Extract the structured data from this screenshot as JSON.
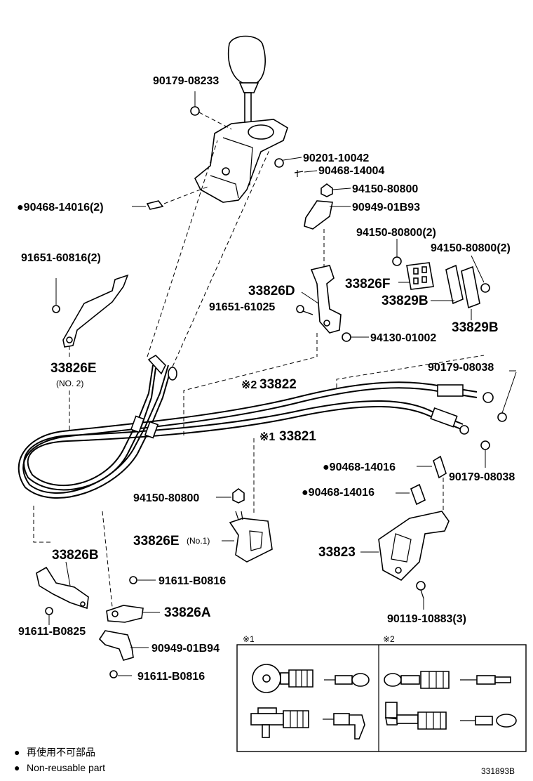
{
  "parts": {
    "knob_nut": "90179-08233",
    "pin_a": "90201-10042",
    "pin_b": "90468-14004",
    "clip_lever": "●90468-14016(2)",
    "nut_941508": "94150-80800",
    "retainer": "90949-01B93",
    "nut_pair_a": "94150-80800(2)",
    "nut_pair_b": "94150-80800(2)",
    "bolt_916516_2": "91651-60816(2)",
    "bracket_d": "33826D",
    "bracket_f": "33826F",
    "bracket_829b_a": "33829B",
    "bracket_829b_b": "33829B",
    "bolt_91651_61025": "91651-61025",
    "washer": "94130-01002",
    "bracket_e2": "33826E",
    "bracket_e2_note": "(NO. 2)",
    "nut_cable_a": "90179-08038",
    "cable_822": "33822",
    "cable_822_mark": "※2",
    "cable_821": "33821",
    "cable_821_mark": "※1",
    "clip_a": "●90468-14016",
    "nut_cable_b": "90179-08038",
    "clip_b": "●90468-14016",
    "nut_e1": "94150-80800",
    "bracket_e1": "33826E",
    "bracket_e1_note": "(No.1)",
    "bracket_823": "33823",
    "bracket_b": "33826B",
    "bolt_b0816_a": "91611-B0816",
    "bolt_b0825": "91611-B0825",
    "bracket_a": "33826A",
    "bolt_10883": "90119-10883(3)",
    "retainer_b94": "90949-01B94",
    "bolt_b0816_b": "91611-B0816"
  },
  "inset": {
    "mark_1": "※1",
    "mark_2": "※2"
  },
  "legend": {
    "symbol": "●",
    "line_cn": "再使用不可部品",
    "line_en": "Non-reusable part"
  },
  "diagram_id": "331893B"
}
